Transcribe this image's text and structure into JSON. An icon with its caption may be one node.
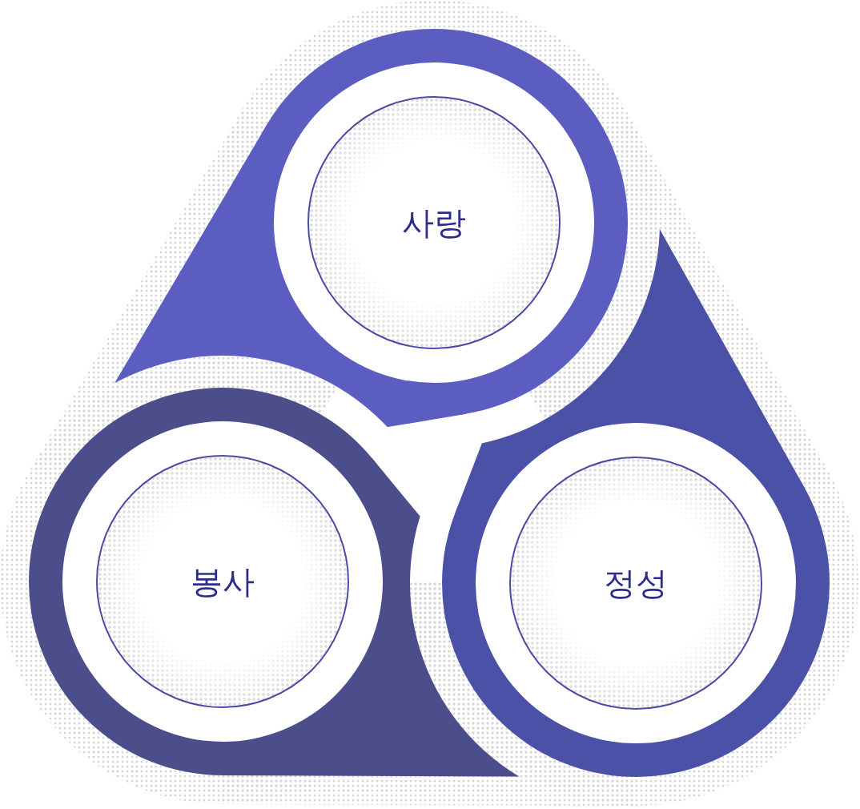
{
  "diagram": {
    "nodes": [
      {
        "text": [
          "사랑"
        ]
      },
      {
        "text": [
          "봉사"
        ]
      },
      {
        "text": [
          "정성"
        ]
      }
    ]
  }
}
